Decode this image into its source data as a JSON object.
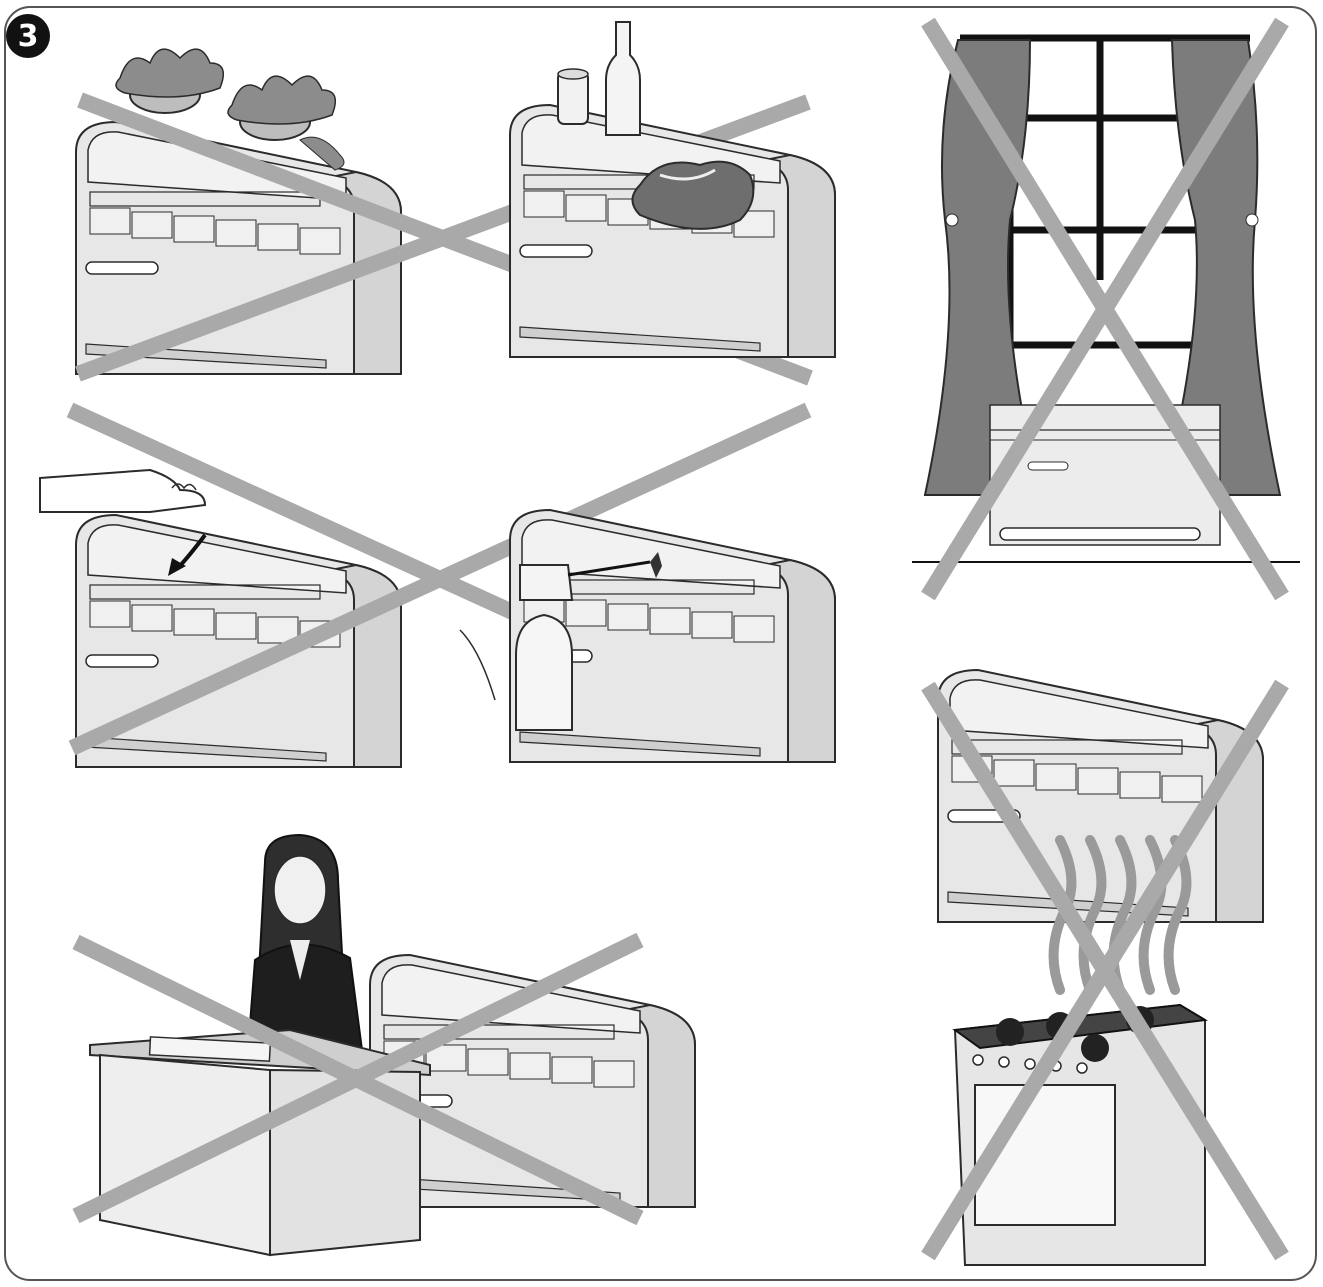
{
  "figure": {
    "number_label": "3"
  },
  "colors": {
    "cross": "#a9a9a9",
    "line": "#2b2b2b",
    "unit_fill": "#e7e7e7",
    "unit_side": "#d4d4d4",
    "curtain": "#7c7c7c",
    "plant": "#8c8c8c"
  },
  "panels": [
    {
      "id": "plants-on-unit",
      "icon": "potted-plants-icon"
    },
    {
      "id": "objects-on-unit",
      "icon": "bottle-and-can-icon"
    },
    {
      "id": "curtains-near-unit",
      "icon": "curtain-window-icon"
    },
    {
      "id": "hand-on-flap",
      "icon": "hand-icon"
    },
    {
      "id": "spray-water",
      "icon": "spray-bottle-icon"
    },
    {
      "id": "person-near-unit",
      "icon": "woman-icon"
    },
    {
      "id": "stove-under-unit",
      "icon": "gas-stove-icon"
    }
  ]
}
